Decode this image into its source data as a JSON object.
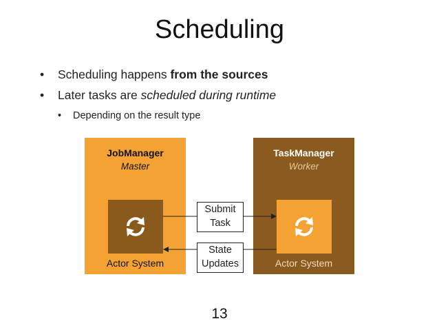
{
  "slide": {
    "title": "Scheduling",
    "page_number": "13"
  },
  "bullets": [
    {
      "pre": "Scheduling happens ",
      "em": "from the sources",
      "post": ""
    },
    {
      "pre": "Later tasks are ",
      "em": "scheduled during runtime",
      "post": ""
    },
    {
      "text": "Depending on the result type"
    }
  ],
  "diagram": {
    "left_box": {
      "title": "JobManager",
      "subtitle": "Master",
      "footer": "Actor System",
      "color": "#f4a233",
      "inner_color": "#8a5a1c"
    },
    "right_box": {
      "title": "TaskManager",
      "subtitle": "Worker",
      "footer": "Actor System",
      "color": "#8b5a1e",
      "inner_color": "#f4a233"
    },
    "messages": [
      {
        "line1": "Submit",
        "line2": "Task",
        "direction": "left-to-right"
      },
      {
        "line1": "State",
        "line2": "Updates",
        "direction": "right-to-left"
      }
    ],
    "icon": "refresh-cycle-icon"
  }
}
